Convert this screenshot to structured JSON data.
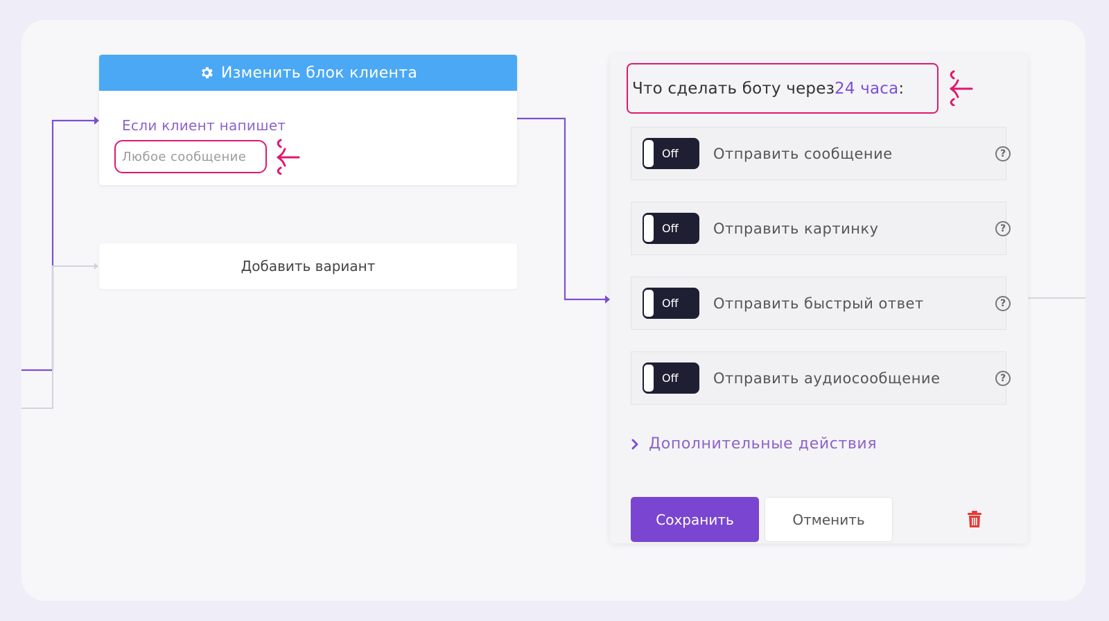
{
  "client_block": {
    "header_title": "Изменить блок клиента",
    "if_label": "Если клиент напишет",
    "trigger": "Любое сообщение",
    "add_variant": "Добавить вариант"
  },
  "action_panel": {
    "question_prefix": "Что сделать боту через ",
    "question_hours": "24 часа",
    "question_suffix": ":",
    "actions": [
      {
        "state": "Off",
        "label": "Отправить сообщение"
      },
      {
        "state": "Off",
        "label": "Отправить картинку"
      },
      {
        "state": "Off",
        "label": "Отправить быстрый ответ"
      },
      {
        "state": "Off",
        "label": "Отправить аудиосообщение"
      }
    ],
    "more_actions": "Дополнительные действия",
    "save": "Сохранить",
    "cancel": "Отменить",
    "help_glyph": "?"
  },
  "colors": {
    "accent": "#7a45d0",
    "header_blue": "#4aa8f5",
    "annotation": "#e0176f",
    "wire": "#7d4fd4",
    "delete": "#e53935"
  },
  "icons": [
    "gear-icon",
    "chevron-right-icon",
    "help-icon",
    "trash-icon",
    "annotation-arrow-icon"
  ]
}
